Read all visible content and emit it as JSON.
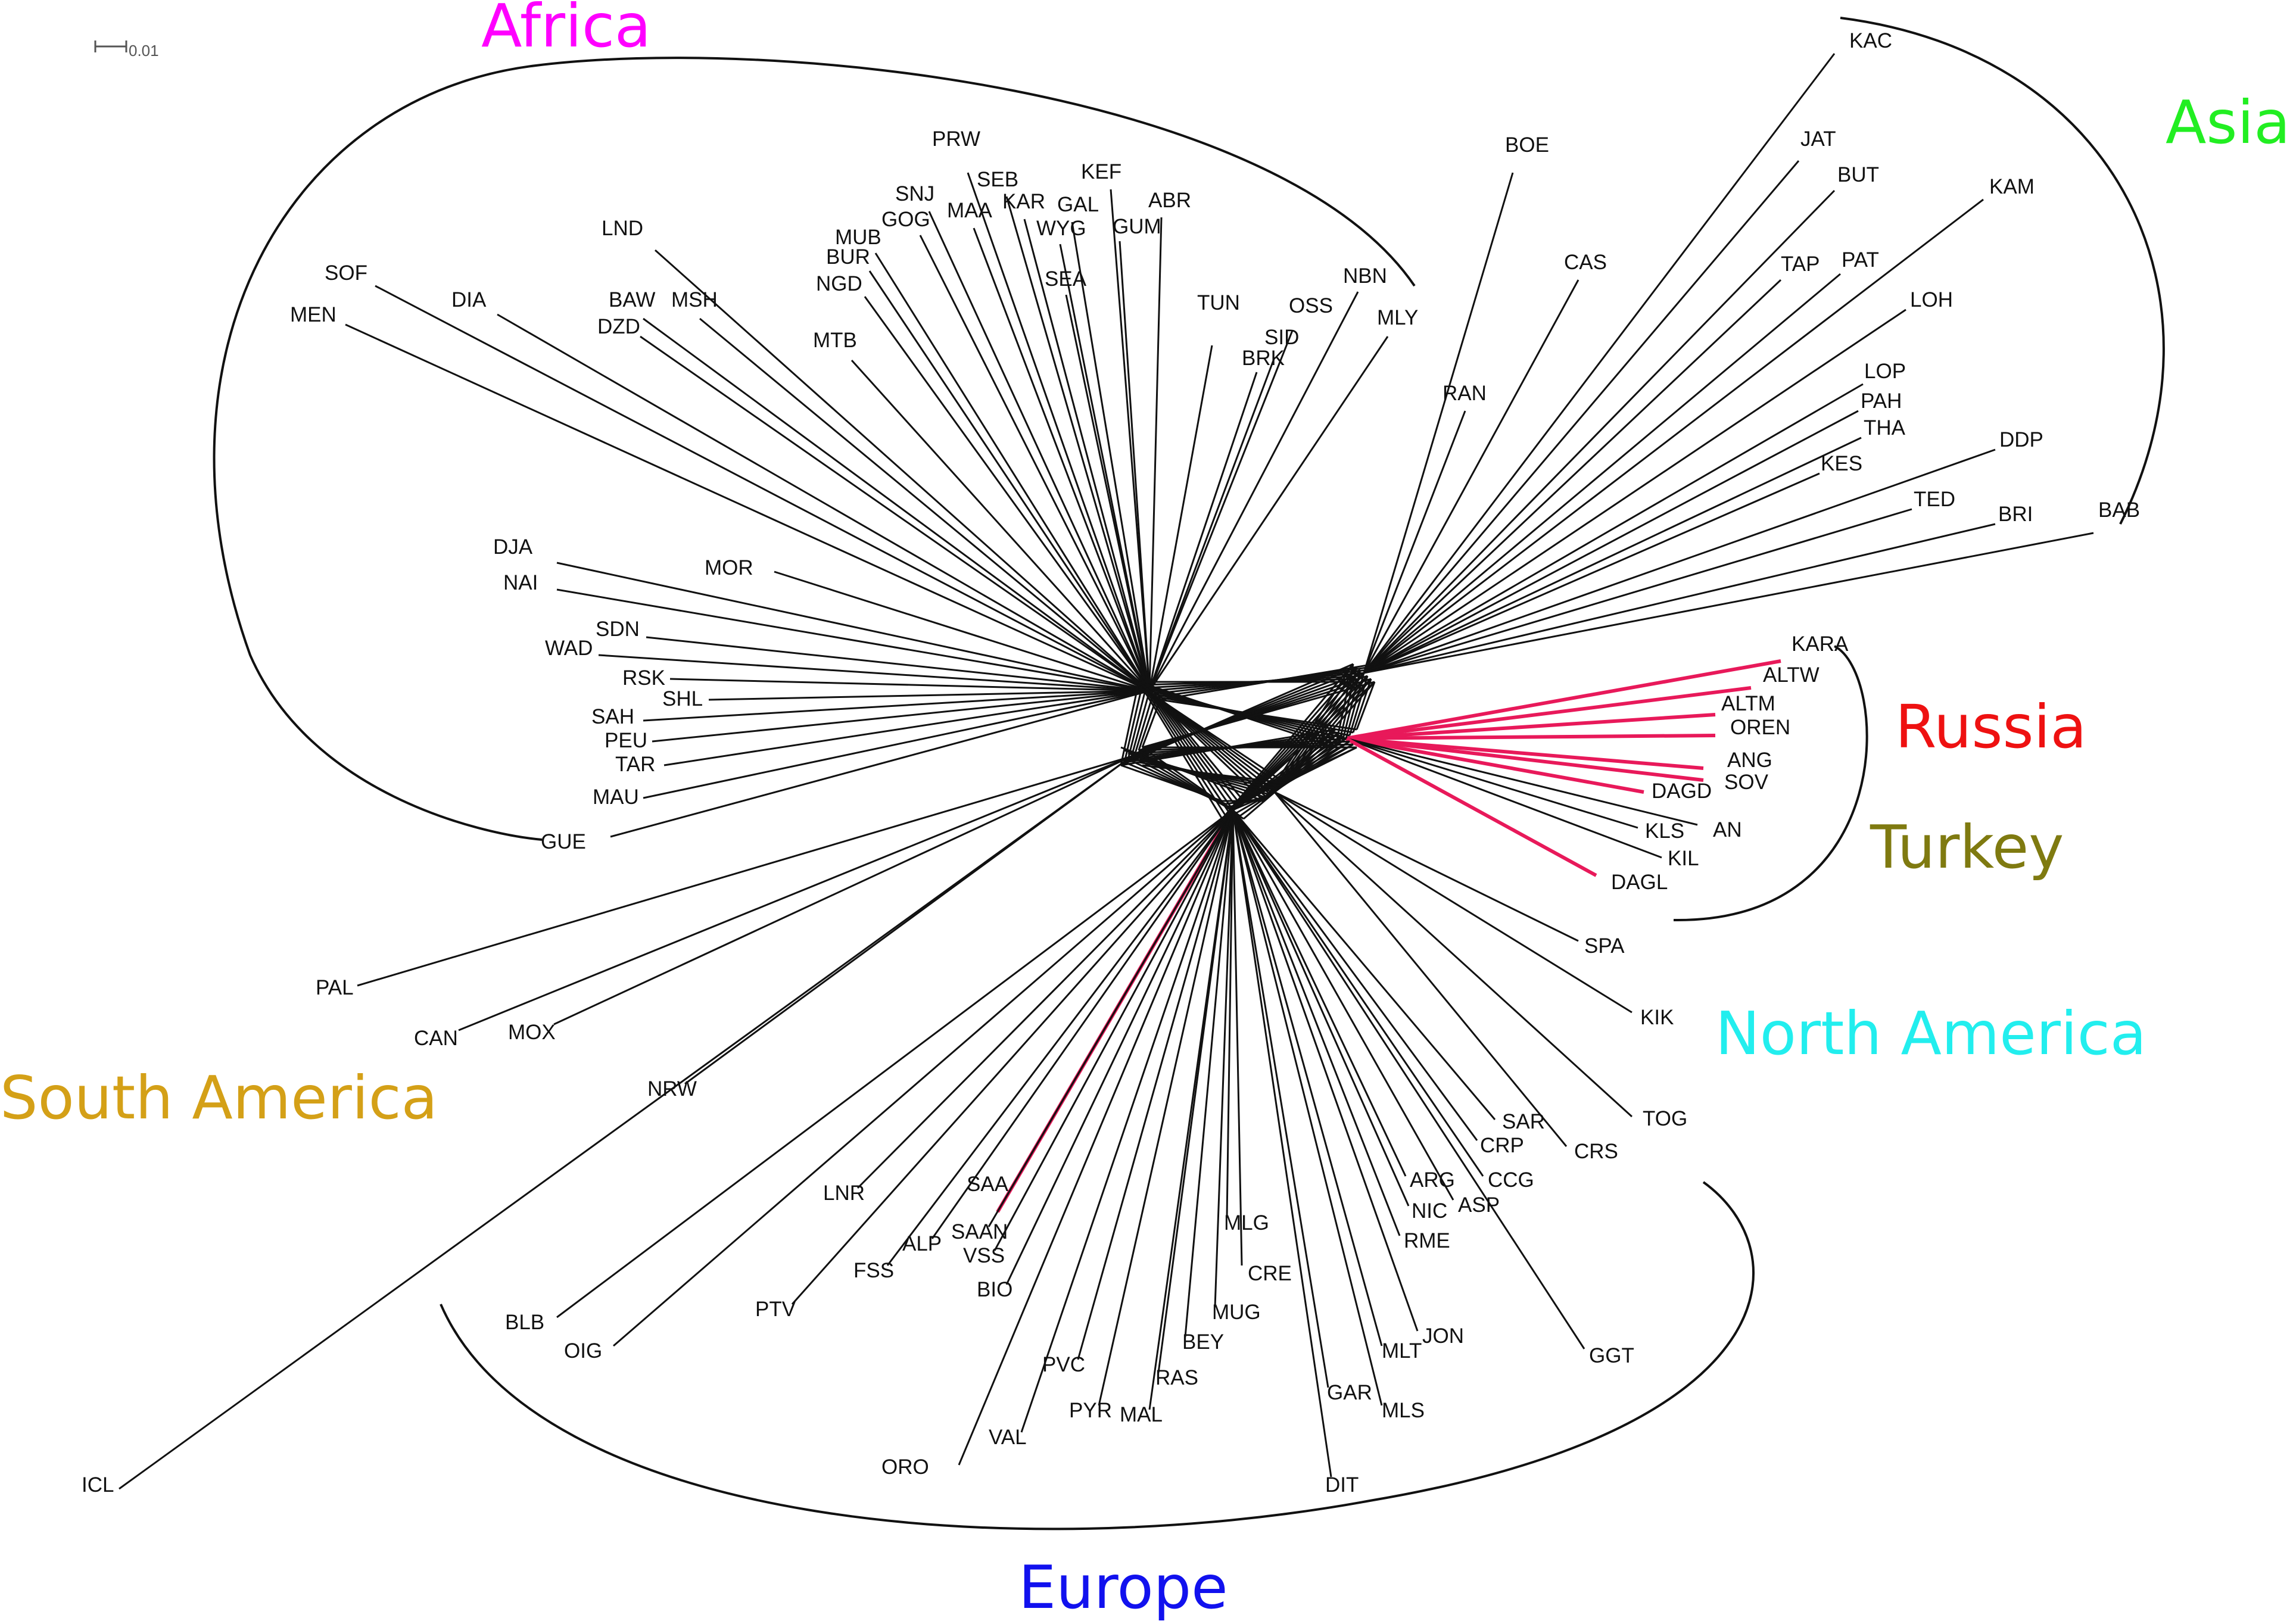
{
  "scale_bar": {
    "label": "0.01"
  },
  "regions": [
    {
      "key": "africa",
      "label": "Africa",
      "color": "#ff00ff"
    },
    {
      "key": "asia",
      "label": "Asia",
      "color": "#22ee22"
    },
    {
      "key": "russia",
      "label": "Russia",
      "color": "#ee1111"
    },
    {
      "key": "turkey",
      "label": "Turkey",
      "color": "#7f7a10"
    },
    {
      "key": "north_america",
      "label": "North America",
      "color": "#22eeee"
    },
    {
      "key": "south_america",
      "label": "South America",
      "color": "#d4a017"
    },
    {
      "key": "europe",
      "label": "Europe",
      "color": "#1111ee"
    }
  ],
  "highlight_color": "#e8195a",
  "taxa": [
    "PRW",
    "SEB",
    "KEF",
    "ABR",
    "SNJ",
    "KAR",
    "GAL",
    "GOG",
    "MAA",
    "WYG",
    "GUM",
    "MUB",
    "BUR",
    "NGD",
    "SEA",
    "LND",
    "SOF",
    "MEN",
    "DIA",
    "BAW",
    "MSH",
    "DZD",
    "MTB",
    "TUN",
    "OSS",
    "NBN",
    "MLY",
    "SID",
    "BRK",
    "BOE",
    "CAS",
    "RAN",
    "KAC",
    "JAT",
    "BUT",
    "KAM",
    "TAP",
    "PAT",
    "LOH",
    "LOP",
    "PAH",
    "THA",
    "DDP",
    "KES",
    "TED",
    "BRI",
    "BAB",
    "DJA",
    "NAI",
    "MOR",
    "SDN",
    "WAD",
    "RSK",
    "SHL",
    "SAH",
    "PEU",
    "TAR",
    "MAU",
    "GUE",
    "KARA",
    "ALTW",
    "ALTM",
    "OREN",
    "ANG",
    "SOV",
    "DAGD",
    "AN",
    "KLS",
    "KIL",
    "DAGL",
    "SPA",
    "KIK",
    "TOG",
    "CRS",
    "SAR",
    "CRP",
    "CCG",
    "ARG",
    "ASP",
    "NIC",
    "RME",
    "MLG",
    "CRE",
    "MUG",
    "BEY",
    "RAS",
    "JON",
    "MLT",
    "GAR",
    "MLS",
    "DIT",
    "GGT",
    "PAL",
    "CAN",
    "MOX",
    "NRW",
    "LNR",
    "SAA",
    "SAAN",
    "VSS",
    "ALP",
    "FSS",
    "BIO",
    "PTV",
    "BLB",
    "OIG",
    "PVC",
    "PYR",
    "MAL",
    "VAL",
    "ORO",
    "ICL"
  ]
}
